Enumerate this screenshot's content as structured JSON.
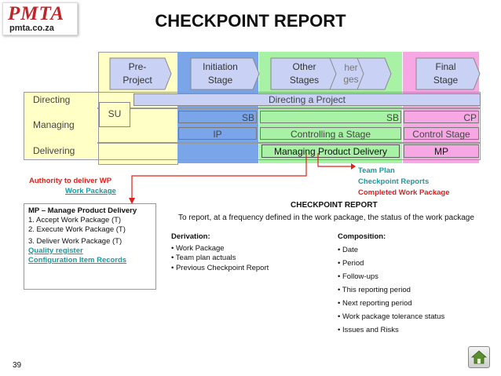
{
  "logo": {
    "main": "PMTA",
    "sub": "pmta.co.za"
  },
  "title": "CHECKPOINT REPORT",
  "stages": [
    "Pre-\nProject",
    "Initiation\nStage",
    "Other\nStages",
    "Final\nStage"
  ],
  "stage_ghost": "her\nges",
  "levels": {
    "directing": "Directing",
    "managing": "Managing",
    "delivering": "Delivering"
  },
  "processes": {
    "su": "SU",
    "dp": "Directing a Project",
    "sb1": "SB",
    "sb2": "SB",
    "cp": "CP",
    "ip": "IP",
    "cs": "Controlling a Stage",
    "csc": "Control Stage",
    "mpd": "Managing Product Delivery",
    "mp": "MP"
  },
  "authority": {
    "line1": "Authority to deliver WP",
    "line2": "Work Package"
  },
  "outputs": [
    "Team Plan",
    "Checkpoint Reports",
    "Completed Work Package"
  ],
  "mp_box": {
    "title": "MP – Manage Product Delivery",
    "items": [
      "1. Accept Work Package (T)",
      "2. Execute Work Package (T)",
      "3. Deliver Work Package (T)"
    ],
    "links": [
      "Quality register",
      "Configuration Item Records"
    ]
  },
  "report": {
    "heading": "CHECKPOINT REPORT",
    "purpose": "To report, at a frequency defined in the work package, the status of the work package"
  },
  "derivation": {
    "heading": "Derivation:",
    "items": [
      "• Work Package",
      "• Team plan actuals",
      "• Previous Checkpoint Report"
    ]
  },
  "composition": {
    "heading": "Composition:",
    "items": [
      "• Date",
      "• Period",
      "• Follow-ups",
      "• This reporting period",
      "• Next reporting period",
      "• Work package tolerance status",
      "• Issues and Risks"
    ]
  },
  "page_number": "39",
  "colors": {
    "pre": "#ffffc6",
    "init": "#7aa5e8",
    "other": "#a8f2a6",
    "final": "#f7a8e4",
    "arrow": "#b9c7f4",
    "red": "#e0201b",
    "teal": "#1a9aa0"
  }
}
